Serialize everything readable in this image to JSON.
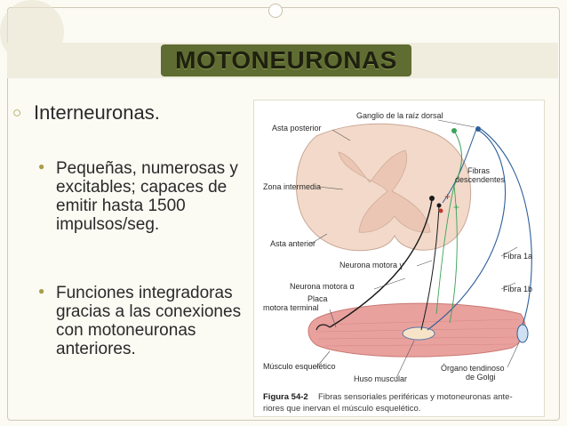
{
  "slide": {
    "title": "MOTONEURONAS",
    "bullet_1": "Interneuronas.",
    "sub_bullet_1": "Pequeñas, numerosas y excitables; capaces de emitir hasta 1500 impulsos/seg.",
    "sub_bullet_2": "Funciones integradoras gracias a las conexiones con motoneuronas anteriores."
  },
  "figure": {
    "labels": {
      "asta_posterior": "Asta posterior",
      "zona_intermedia": "Zona intermedia",
      "asta_anterior": "Asta anterior",
      "ganglio": "Ganglio de la raíz dorsal",
      "fibras_desc_1": "Fibras",
      "fibras_desc_2": "descendentes",
      "fibra_1a": "Fibra 1a",
      "fibra_1b": "Fibra 1b",
      "neurona_gamma": "Neurona motora γ",
      "neurona_alfa": "Neurona motora α",
      "placa_1": "Placa",
      "placa_2": "motora terminal",
      "musculo": "Músculo esquelético",
      "huso": "Huso muscular",
      "organo_1": "Órgano tendinoso",
      "organo_2": "de Golgi"
    },
    "caption_label": "Figura 54-2",
    "caption_line1": "Fibras sensoriales periféricas y motoneuronas ante-",
    "caption_line2": "riores que inervan el músculo esquelético."
  },
  "colors": {
    "title_bg": "#5f6d32",
    "bullet": "#a89c4a",
    "cord": "#f2d9c9",
    "muscle": "#e9a19e",
    "sensory_blue": "#2d5f99",
    "green": "#3aa35a"
  },
  "icons": {
    "bullet_1": "hollow-circle-bullet",
    "sub_bullet": "filled-circle-bullet"
  }
}
